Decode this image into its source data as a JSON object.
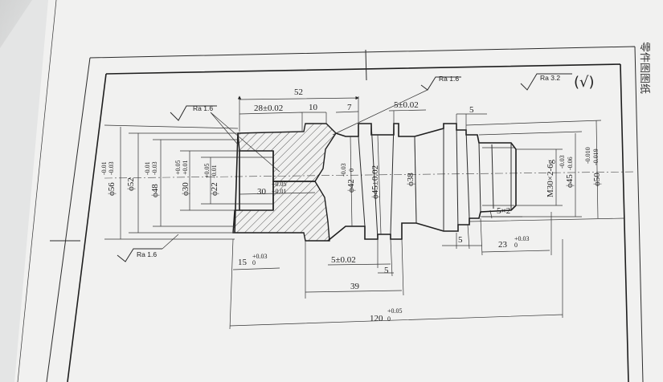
{
  "drawing": {
    "side_note": "零件图图纸",
    "roughness": {
      "general": "Ra 3.2",
      "general_mark": "(√)",
      "top_left": "Ra 1.6",
      "top_mid": "Ra 1.6",
      "bottom_left": "Ra 1.6"
    },
    "dims": {
      "d52_top": "52",
      "d28": "28±0.02",
      "d10": "10",
      "d7": "7",
      "d5_02_top": "5±0.02",
      "d5_top": "5",
      "phi56": "ϕ56",
      "phi56_tol_up": "-0.01",
      "phi56_tol_lo": "-0.03",
      "phi52": "ϕ52",
      "phi48": "ϕ48",
      "phi48_tol_up": "-0.01",
      "phi48_tol_lo": "-0.03",
      "phi30": "ϕ30",
      "phi30_tol_up": "+0.05",
      "phi30_tol_lo": "+0.01",
      "phi22": "ϕ22",
      "phi22_tol_up": "+0.05",
      "phi22_tol_lo": "-0.01",
      "len30": "30",
      "len30_tol_up": "+0.05",
      "len30_tol_lo": "+0.01",
      "phi42": "ϕ42",
      "phi42_tol_up": "-0.03",
      "phi42_tol_lo": "0",
      "phi45_02": "ϕ45±0.02",
      "phi38": "ϕ38",
      "thread": "M30×2-6g",
      "phi45": "ϕ45",
      "phi45_tol_up": "-0.03",
      "phi45_tol_lo": "-0.06",
      "phi50": "ϕ50",
      "phi50_tol_up": "-0.010",
      "phi50_tol_lo": "-0.019",
      "groove": "5×2",
      "d15": "15",
      "d15_tol_up": "+0.03",
      "d15_tol_lo": "0",
      "d5_02_bot": "5±0.02",
      "d5_bot": "5",
      "d39": "39",
      "d5_right": "5",
      "d23": "23",
      "d23_tol_up": "+0.03",
      "d23_tol_lo": "0",
      "d120": "120",
      "d120_tol_up": "+0.05",
      "d120_tol_lo": "0"
    }
  }
}
